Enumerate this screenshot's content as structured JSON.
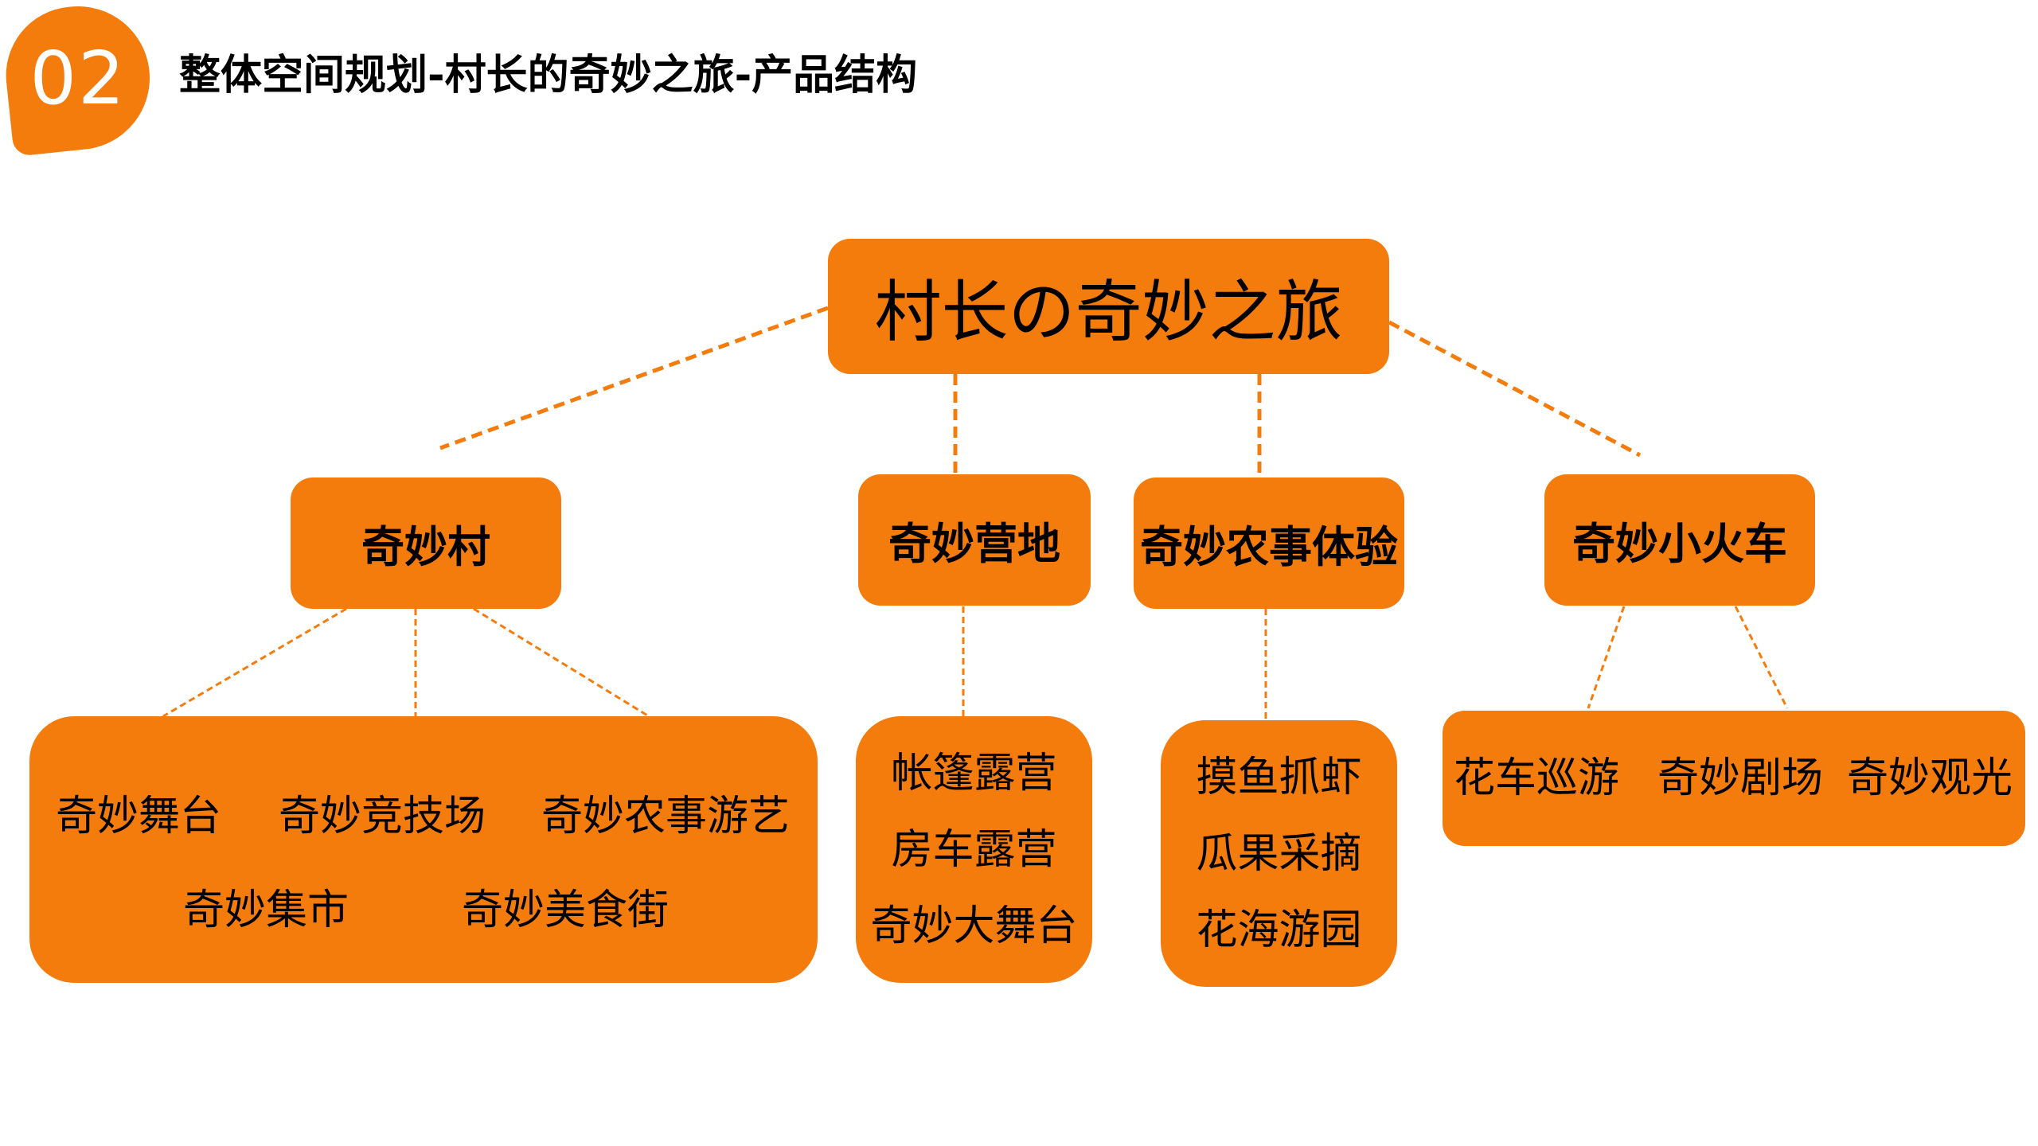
{
  "colors": {
    "accent": "#f47c0c",
    "text": "#000000",
    "badge_text": "#ffffff"
  },
  "header": {
    "badge": "02",
    "title": "整体空间规划-村长的奇妙之旅-产品结构"
  },
  "diagram": {
    "root": "村长の奇妙之旅",
    "categories": [
      {
        "label": "奇妙村",
        "items": [
          "奇妙舞台",
          "奇妙竞技场",
          "奇妙农事游艺",
          "奇妙集市",
          "奇妙美食街"
        ]
      },
      {
        "label": "奇妙营地",
        "items": [
          "帐篷露营",
          "房车露营",
          "奇妙大舞台"
        ]
      },
      {
        "label": "奇妙农事体验",
        "items": [
          "摸鱼抓虾",
          "瓜果采摘",
          "花海游园"
        ]
      },
      {
        "label": "奇妙小火车",
        "items": [
          "花车巡游",
          "奇妙剧场",
          "奇妙观光"
        ]
      }
    ]
  }
}
